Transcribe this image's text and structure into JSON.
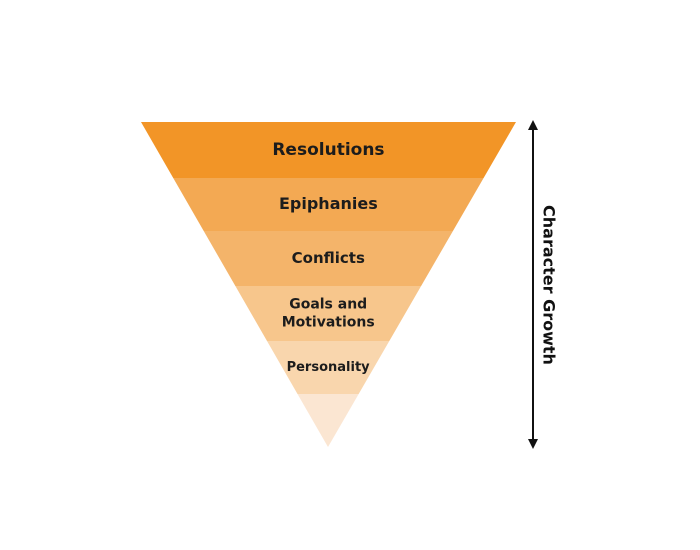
{
  "diagram": {
    "type": "inverted-pyramid",
    "layers": [
      {
        "lines": [
          "Resolutions"
        ],
        "color": "#f29527"
      },
      {
        "lines": [
          "Epiphanies"
        ],
        "color": "#f3a953"
      },
      {
        "lines": [
          "Conflicts"
        ],
        "color": "#f4b46a"
      },
      {
        "lines": [
          "Goals and",
          "Motivations"
        ],
        "color": "#f7c68c"
      },
      {
        "lines": [
          "Personality"
        ],
        "color": "#f9d6ad"
      },
      {
        "lines": [],
        "color": "#fbe6d2"
      }
    ],
    "axis": {
      "label": "Character Growth",
      "color": "#111111",
      "direction": "bidirectional"
    }
  }
}
